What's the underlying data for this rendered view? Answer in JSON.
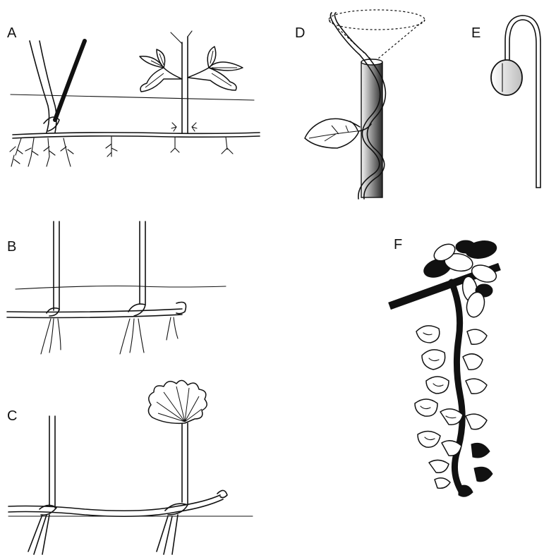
{
  "panels": [
    {
      "id": "A",
      "label": "A"
    },
    {
      "id": "B",
      "label": "B"
    },
    {
      "id": "C",
      "label": "C"
    },
    {
      "id": "D",
      "label": "D"
    },
    {
      "id": "E",
      "label": "E"
    },
    {
      "id": "F",
      "label": "F"
    }
  ],
  "colors": {
    "ink": "#111111",
    "background": "#ffffff",
    "pole_shade": "#777777"
  }
}
